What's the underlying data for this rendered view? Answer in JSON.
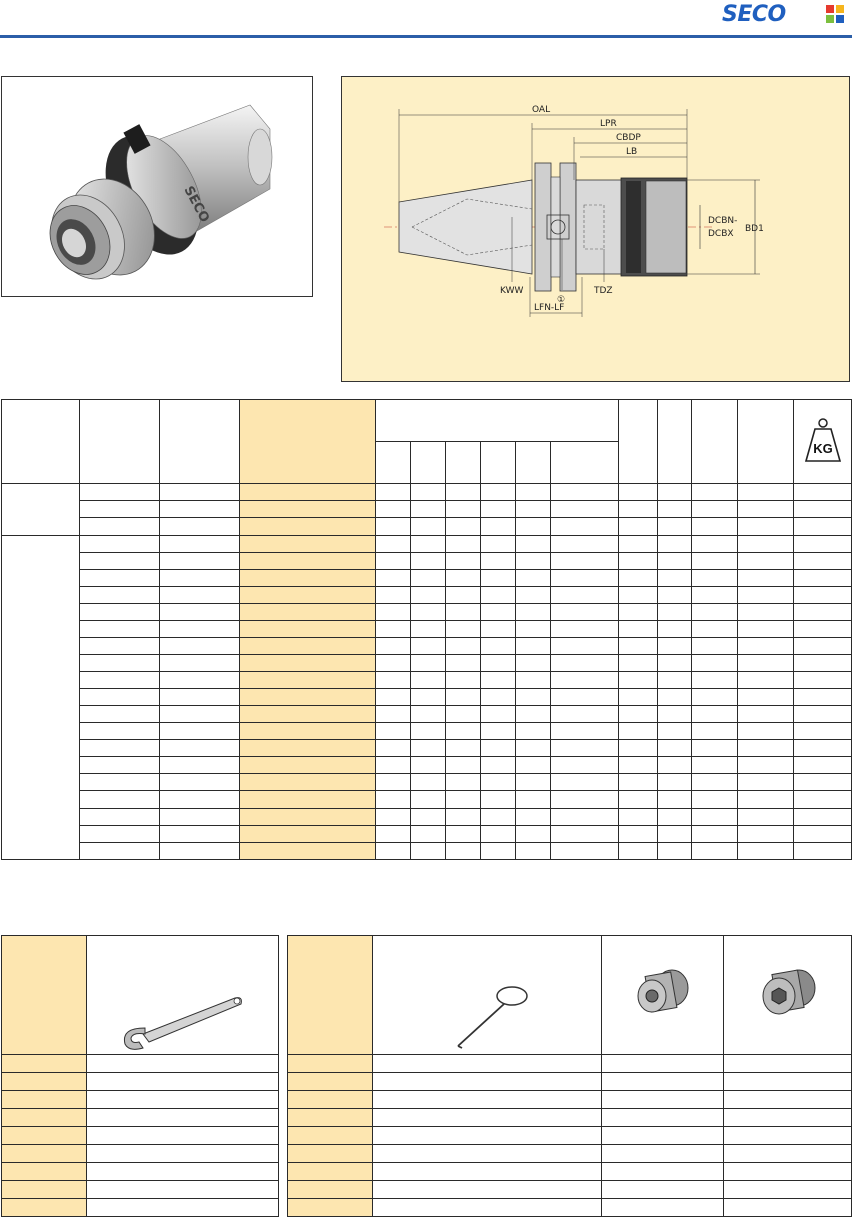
{
  "brand": {
    "name": "SECO",
    "square_colors": [
      "#e63a2e",
      "#f6b51d",
      "#7cbf3e",
      "#1f5fbf"
    ]
  },
  "product_image": {
    "engraving": "SECO"
  },
  "drawing": {
    "labels": {
      "oal": "OAL",
      "lpr": "LPR",
      "cbdp": "CBDP",
      "lb": "LB",
      "dcbn": "DCBN-",
      "dcbx": "DCBX",
      "bd1": "BD1",
      "kww": "KWW",
      "tdz": "TDZ",
      "lfn": "LFN-LF",
      "note": "①"
    }
  },
  "main_table": {
    "weight_icon_label": "KG",
    "group1_rows": 3,
    "group2_rows": 19
  },
  "accessory_tables": {
    "rows": 9
  },
  "colors": {
    "accent": "#2b5ea8",
    "highlight": "#fde6b0",
    "drawing_bg": "#fdf0c6"
  }
}
